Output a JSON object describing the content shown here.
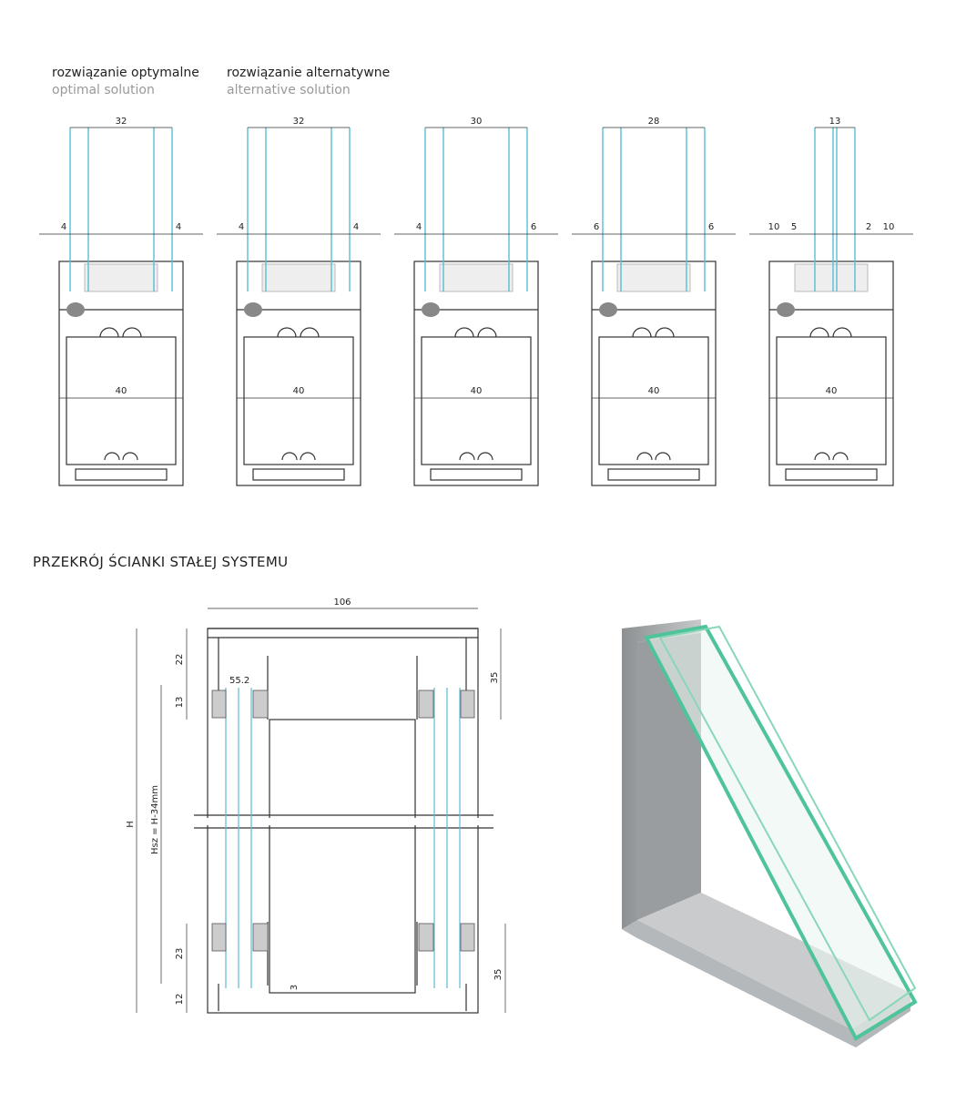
{
  "captions": [
    {
      "pl": "rozwiązanie optymalne",
      "en": "optimal solution"
    },
    {
      "pl": "rozwiązanie alternatywne",
      "en": "alternative solution"
    }
  ],
  "profiles": [
    {
      "glass_width": "32",
      "left": [
        "4"
      ],
      "right": [
        "4"
      ],
      "depth": "40"
    },
    {
      "glass_width": "32",
      "left": [
        "4"
      ],
      "right": [
        "4"
      ],
      "depth": "40"
    },
    {
      "glass_width": "30",
      "left": [
        "4"
      ],
      "right": [
        "6"
      ],
      "depth": "40"
    },
    {
      "glass_width": "28",
      "left": [
        "6"
      ],
      "right": [
        "6"
      ],
      "depth": "40"
    },
    {
      "glass_width": "13",
      "left": [
        "10",
        "5"
      ],
      "right": [
        "2",
        "10"
      ],
      "depth": "40"
    }
  ],
  "section": {
    "title": "PRZEKRÓJ ŚCIANKI STAŁEJ SYSTEMU",
    "width": "106",
    "top_left": "22",
    "seal": "13",
    "glass": "55.2",
    "right_top": "35",
    "H": "H",
    "Hsz": "Hsz = H-34mm",
    "bottom_left": "23",
    "base": "12",
    "gap": "3",
    "right_bottom": "35"
  },
  "colors": {
    "glass": "#5bbcd6",
    "line": "#333333",
    "aluminium": "#a9acae",
    "glass_edge": "#4fc39a"
  }
}
